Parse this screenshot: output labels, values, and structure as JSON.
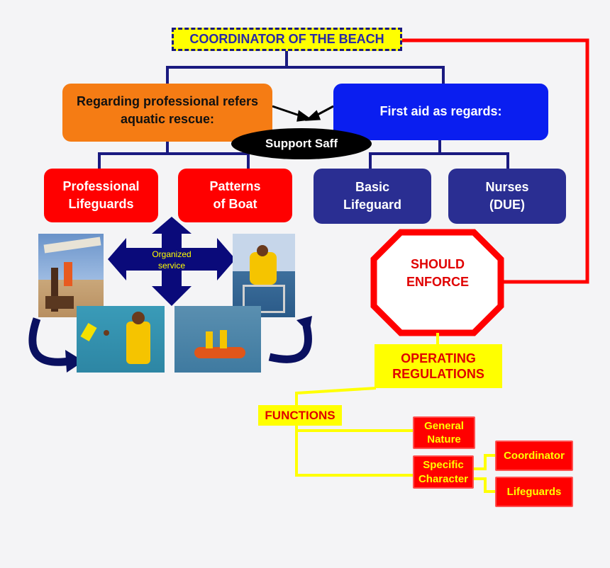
{
  "diagram": {
    "coordinator": "COORDINATOR OF THE BEACH",
    "aquatic_rescue": "Regarding professional refers\naquatic rescue:",
    "first_aid": "First aid as regards:",
    "support_staff": "Support Saff",
    "professional_lifeguards": "Professional\nLifeguards",
    "patterns_of_boat": "Patterns\nof Boat",
    "basic_lifeguard": "Basic\nLifeguard",
    "nurses": "Nurses\n(DUE)",
    "organized_service": "Organized\nservice",
    "should_enforce": "SHOULD\nENFORCE",
    "operating_regulations": "OPERATING\nREGULATIONS",
    "functions": "FUNCTIONS",
    "general_nature": "General\nNature",
    "specific_character": "Specific\nCharacter",
    "coordinator_role": "Coordinator",
    "lifeguards_role": "Lifeguards"
  },
  "colors": {
    "navy_line": "#1a1a80",
    "red_line": "#ff0000",
    "yellow_line": "#ffff00",
    "orange_box": "#f57c14",
    "blue_box": "#0a1ef0",
    "red_box": "#ff0000",
    "navy_box": "#2a2e92"
  }
}
